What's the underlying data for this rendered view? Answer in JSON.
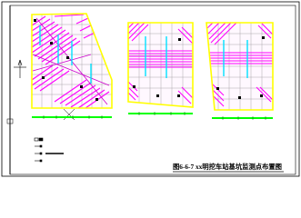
{
  "drawing": {
    "title": "图6-6-7 xx明挖车站基坑监测点布置图",
    "colors": {
      "frame": "#000000",
      "outline": "#ffff00",
      "hatch": "#ff00ff",
      "grid": "#808080",
      "support": "#00ffff",
      "dim_bar": "#00ff00",
      "monitor_point": "#0000cc",
      "block": "#000000"
    },
    "panels": [
      {
        "name": "left-pit"
      },
      {
        "name": "middle-pit"
      },
      {
        "name": "right-pit"
      }
    ],
    "legend": {
      "items": [
        {
          "symbol": "square-box-icon",
          "text": ""
        },
        {
          "symbol": "line-dot-icon",
          "text": ""
        },
        {
          "symbol": "line-dot-icon",
          "text": ""
        },
        {
          "symbol": "line-dot-icon",
          "text": ""
        }
      ]
    }
  }
}
